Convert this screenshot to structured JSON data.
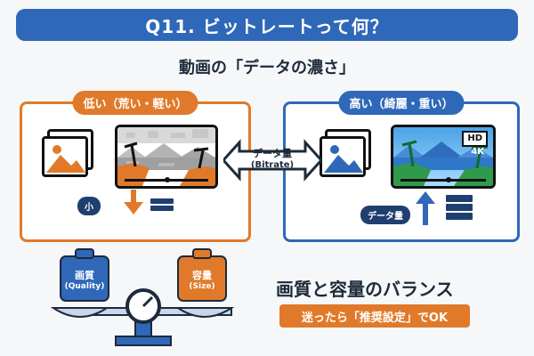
{
  "header": {
    "title": "Q11. ビットレートって何？"
  },
  "subtitle": "動画の「データの濃さ」",
  "low_panel": {
    "label": "低い（荒い・軽い）",
    "size_tag": "小"
  },
  "high_panel": {
    "label": "高い（綺麗・重い）",
    "badge_hd": "HD",
    "badge_4k": "4K",
    "data_tag": "データ量"
  },
  "middle_arrow": {
    "line1": "データ量",
    "line2": "(Bitrate)"
  },
  "scale": {
    "left_weight_line1": "画質",
    "left_weight_line2": "(Quality)",
    "right_weight_line1": "容量",
    "right_weight_line2": "(Size)"
  },
  "bottom": {
    "balance_title": "画質と容量のバランス",
    "tip": "迷ったら「推奨設定」でOK"
  },
  "colors": {
    "blue": "#2f68b8",
    "orange": "#e07a2a",
    "navy": "#1f3f6f"
  }
}
